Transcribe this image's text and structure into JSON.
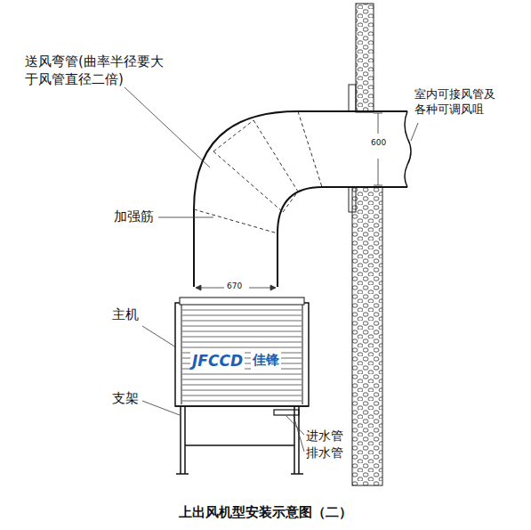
{
  "diagram": {
    "caption": "上出风机型安装示意图（二）",
    "labels": [
      "送风弯管(曲率半径要大于风管直径二倍)",
      "室内可接风管及各种可调风咀",
      "600",
      "加强筋",
      "670",
      "主机",
      "JFCCD",
      "佳锋",
      "支架",
      "进水管",
      "排水管"
    ]
  }
}
